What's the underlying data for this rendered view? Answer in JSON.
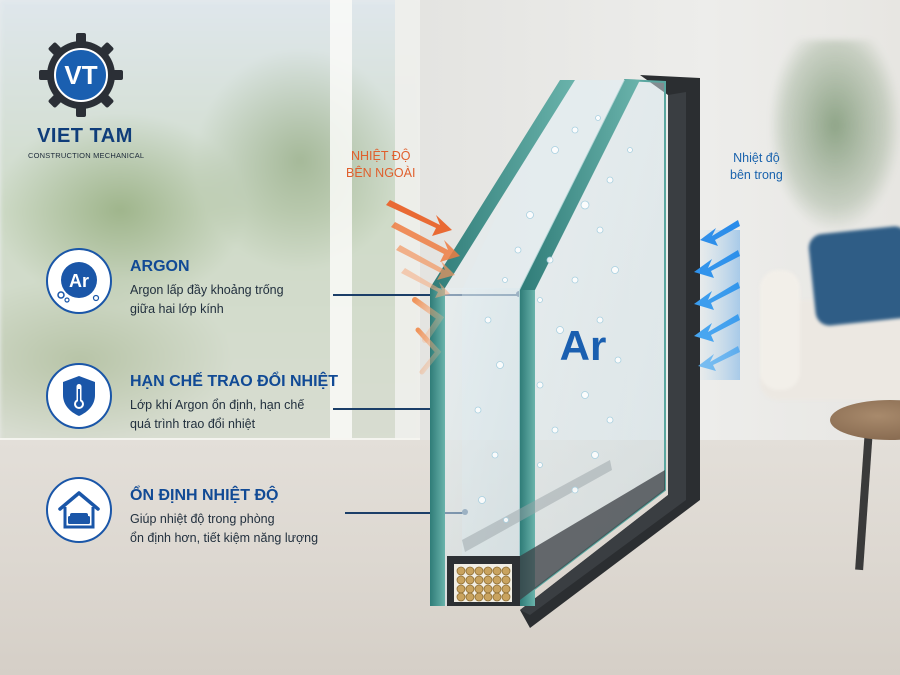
{
  "brand": {
    "logo_letters": "VT",
    "name": "VIET TAM",
    "subtitle": "CONSTRUCTION MECHANICAL",
    "color_primary": "#0f3d7a",
    "color_gear": "#2b2f36"
  },
  "labels": {
    "outside_temp_line1": "NHIỆT ĐỘ",
    "outside_temp_line2": "BÊN NGOÀI",
    "inside_temp_line1": "Nhiệt độ",
    "inside_temp_line2": "bên trong",
    "gas_symbol": "Ar"
  },
  "features": [
    {
      "icon": "argon-icon",
      "icon_text": "Ar",
      "title": "ARGON",
      "description": "Argon lấp đầy khoảng trống\ngiữa hai lớp kính"
    },
    {
      "icon": "thermometer-shield-icon",
      "title": "HẠN CHẾ TRAO ĐỔI NHIỆT",
      "description": "Lớp khí Argon ổn định, hạn chế\nquá trình trao đổi nhiệt"
    },
    {
      "icon": "house-sofa-icon",
      "title": "ỔN ĐỊNH NHIỆT ĐỘ",
      "description": "Giúp nhiệt độ trong phòng\nổn định hơn, tiết kiệm năng lượng"
    }
  ],
  "colors": {
    "accent_blue": "#1a56a8",
    "heat_orange": "#e05f2c",
    "cold_blue": "#1a63ad",
    "glass_edge": "#3f8f8a",
    "frame_dark": "#2b2e31"
  }
}
